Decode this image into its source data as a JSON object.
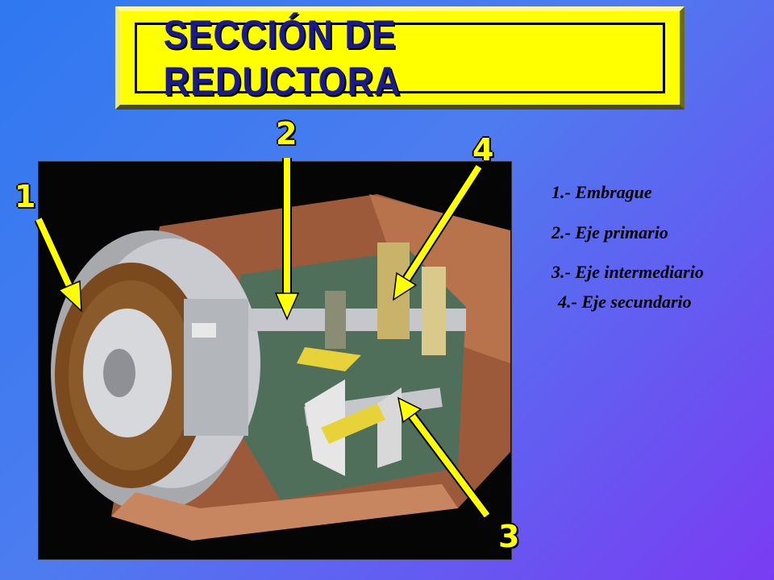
{
  "title": "SECCIÓN DE REDUCTORA",
  "markers": {
    "one": "1",
    "two": "2",
    "three": "3",
    "four": "4"
  },
  "legend": {
    "item1": "1.- Embrague",
    "item2": "2.- Eje primario",
    "item3": "3.- Eje intermediario",
    "item4": "4.- Eje secundario"
  },
  "colors": {
    "background_start": "#2f78f0",
    "background_end": "#7a3cf2",
    "title_box": "#ffff00",
    "title_text": "#1a1a8c",
    "arrow": "#ffff00",
    "housing": "#b06a45",
    "clutch_lining": "#7a4a1e"
  }
}
